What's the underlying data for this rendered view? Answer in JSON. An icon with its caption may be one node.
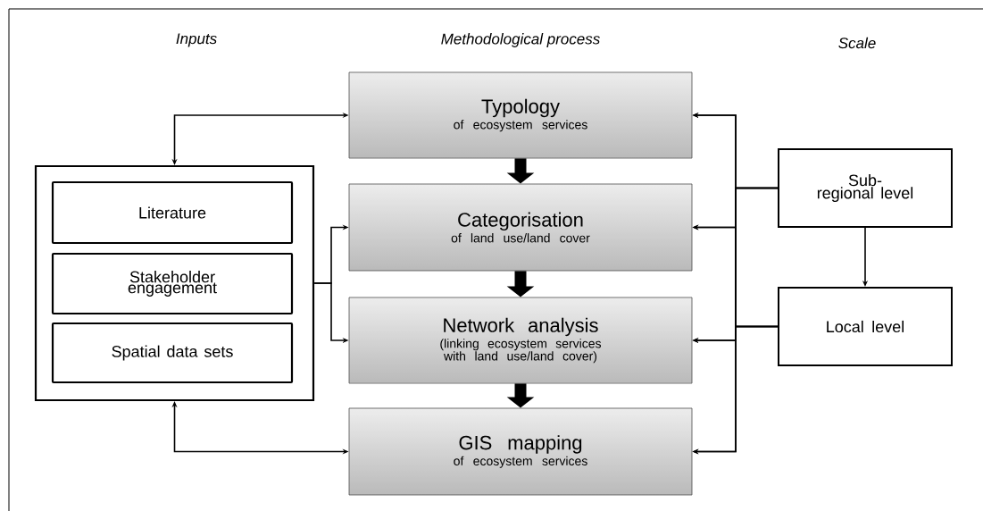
{
  "diagram": {
    "nodes": [
      {
        "text": [],
        "shape": "box"
      },
      {
        "text": [
          "Literature"
        ],
        "in": 0
      },
      {
        "text": [
          "Stakeholder engagement"
        ],
        "in": 0
      },
      {
        "text": [
          "Spatial data sets"
        ],
        "in": 0
      },
      {
        "text": [
          "Typology",
          "of ecosystem services"
        ]
      },
      {
        "text": [
          "Categorisation",
          "of land use/land cover"
        ]
      },
      {
        "text": [
          "Network analysis",
          "(linking ecosystem services with land use/land cover)"
        ]
      },
      {
        "text": [
          "GIS mapping",
          "of ecosystem services"
        ]
      },
      {
        "text": [
          "Sub-regional level"
        ]
      },
      {
        "text": [
          "Local level"
        ]
      }
    ],
    "edges": [
      {
        "from": 0,
        "to": 4,
        "arrow": "both"
      },
      {
        "from": 0,
        "to": 5,
        "arrow": "to"
      },
      {
        "from": 0,
        "to": 6,
        "arrow": "to"
      },
      {
        "from": 0,
        "to": 7,
        "arrow": "both"
      },
      {
        "from": 4,
        "to": 5,
        "arrow": "to",
        "style": "thick"
      },
      {
        "from": 5,
        "to": 6,
        "arrow": "to",
        "style": "thick"
      },
      {
        "from": 6,
        "to": 7,
        "arrow": "to",
        "style": "thick"
      },
      {
        "from": 8,
        "to": 4,
        "arrow": "to"
      },
      {
        "from": 8,
        "to": 5,
        "arrow": "to"
      },
      {
        "from": 8,
        "to": 6,
        "arrow": "to"
      },
      {
        "from": 8,
        "to": 7,
        "arrow": "to"
      },
      {
        "from": 9,
        "to": 4,
        "arrow": "to"
      },
      {
        "from": 9,
        "to": 5,
        "arrow": "to"
      },
      {
        "from": 9,
        "to": 6,
        "arrow": "to"
      },
      {
        "from": 9,
        "to": 7,
        "arrow": "to"
      },
      {
        "from": 8,
        "to": 9,
        "arrow": "to"
      }
    ],
    "labels": [
      "Inputs",
      "Methodological process",
      "Scale"
    ]
  }
}
